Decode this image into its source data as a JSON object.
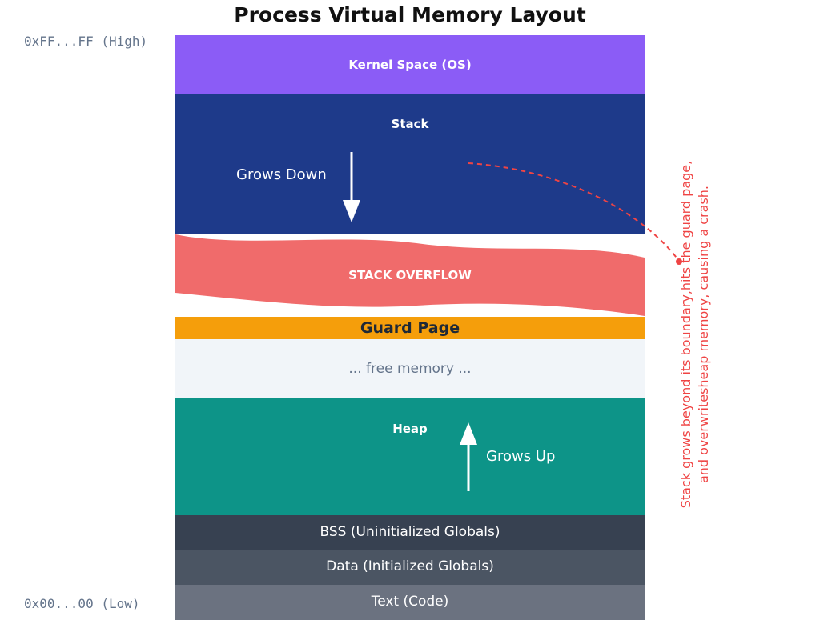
{
  "title": "Process Virtual Memory Layout",
  "addresses": {
    "high": "0xFF...FF (High)",
    "low": "0x00...00 (Low)"
  },
  "segments": {
    "kernel": "Kernel Space (OS)",
    "stack": "Stack",
    "overflow": "STACK OVERFLOW",
    "guard": "Guard Page",
    "free": "... free memory ...",
    "heap": "Heap",
    "bss": "BSS (Uninitialized Globals)",
    "data": "Data (Initialized Globals)",
    "text": "Text (Code)"
  },
  "arrows": {
    "grows_down": "Grows Down",
    "grows_up": "Grows Up"
  },
  "annotation": {
    "line1": "Stack grows beyond its boundary,hits the guard page,",
    "line2": "and overwritesheap memory, causing a crash."
  },
  "colors": {
    "kernel": "#8b5cf6",
    "stack": "#1e3a8a",
    "overflow": "#f06b6b",
    "guard": "#f59e0b",
    "free": "#f1f5f9",
    "heap": "#0d9488",
    "bss": "#374151",
    "data": "#4b5563",
    "text": "#6b7280",
    "annotation": "#ef4444"
  }
}
